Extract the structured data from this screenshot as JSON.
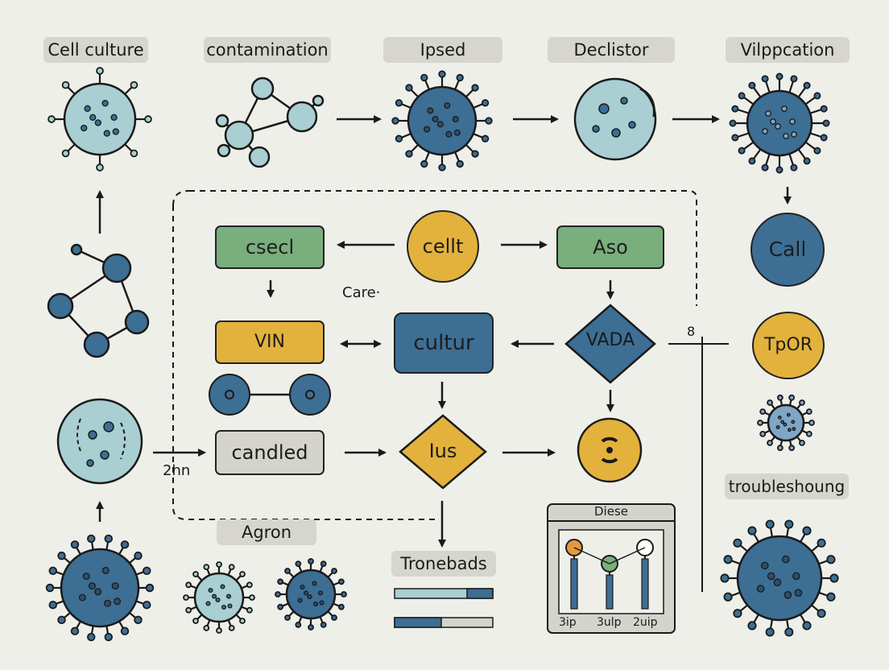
{
  "top_labels": [
    "Cell culture",
    "contamination",
    "Ipsed",
    "Declistor",
    "Vilppcation"
  ],
  "nodes": {
    "csecl": "csecl",
    "cellt": "cellt",
    "aso": "Aso",
    "vin": "VIN",
    "cultur": "cultur",
    "vada": "VADA",
    "candled": "candled",
    "ius": "Ius",
    "call": "Call",
    "tpor": "TpOR"
  },
  "annotations": {
    "care": "Care·",
    "two_hr": "2hո",
    "eight": "8",
    "agron": "Agron",
    "tronebads": "Tronebads",
    "troubleshoung": "troubleshoung"
  },
  "chart_panel": {
    "title": "Diese",
    "categories": [
      "3ip",
      "3ulp",
      "2uip"
    ],
    "dot_colors": [
      "#e39a3c",
      "#7aae7c",
      "#ffffff"
    ]
  },
  "colors": {
    "background": "#efefea",
    "green": "#7aae7c",
    "yellow": "#e3b23c",
    "dark_blue": "#3d6e94",
    "light_teal": "#a9cfd2",
    "grey": "#d4d4cc"
  }
}
